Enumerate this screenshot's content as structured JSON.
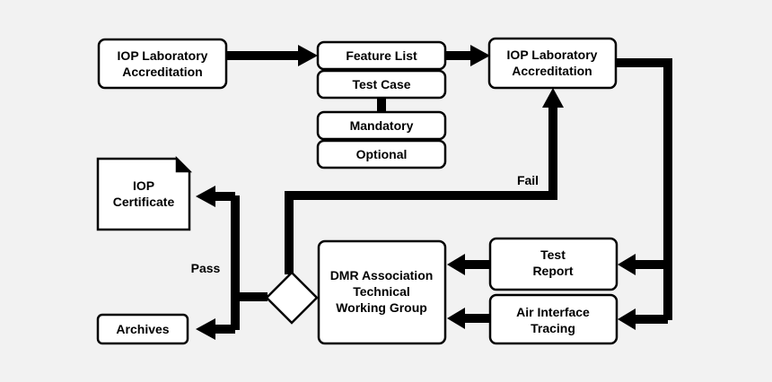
{
  "diagram": {
    "colors": {
      "background": "#f2f2f2",
      "box_fill": "#ffffff",
      "stroke": "#000000"
    },
    "nodes": {
      "iop_lab_left": {
        "line1": "IOP Laboratory",
        "line2": "Accreditation"
      },
      "feature_list": {
        "label": "Feature List"
      },
      "test_case": {
        "label": "Test Case"
      },
      "mandatory": {
        "label": "Mandatory"
      },
      "optional": {
        "label": "Optional"
      },
      "iop_lab_right": {
        "line1": "IOP Laboratory",
        "line2": "Accreditation"
      },
      "iop_certificate": {
        "line1": "IOP",
        "line2": "Certificate"
      },
      "archives": {
        "label": "Archives"
      },
      "dmr_group": {
        "line1": "DMR Association",
        "line2": "Technical",
        "line3": "Working Group"
      },
      "test_report": {
        "line1": "Test",
        "line2": "Report"
      },
      "air_interface": {
        "line1": "Air Interface",
        "line2": "Tracing"
      }
    },
    "edge_labels": {
      "fail": "Fail",
      "pass": "Pass"
    }
  }
}
